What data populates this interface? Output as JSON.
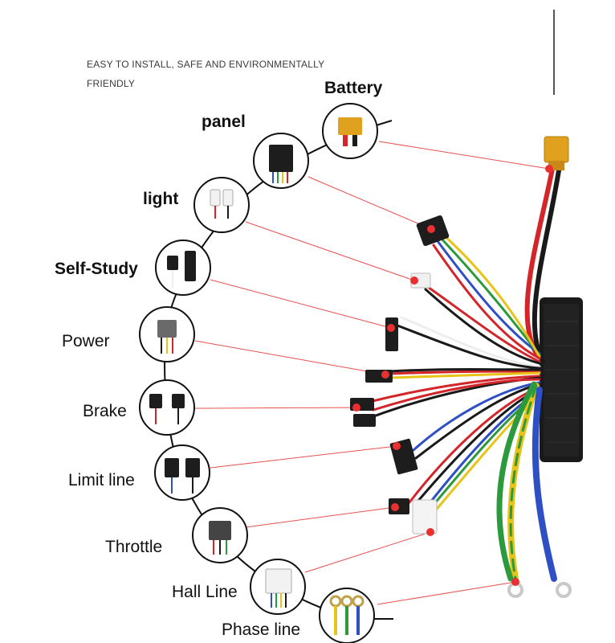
{
  "header": {
    "tagline_line1": "EASY TO INSTALL, SAFE AND ENVIRONMENTALLY",
    "tagline_line2": "FRIENDLY"
  },
  "connectors": [
    {
      "id": "battery",
      "label": "Battery",
      "icon": "xt60-connector-icon"
    },
    {
      "id": "panel",
      "label": "panel",
      "icon": "display-plug-icon"
    },
    {
      "id": "light",
      "label": "light",
      "icon": "light-plug-icon"
    },
    {
      "id": "self-study",
      "label": "Self-Study",
      "icon": "self-study-plug-icon"
    },
    {
      "id": "power",
      "label": "Power",
      "icon": "power-plug-icon"
    },
    {
      "id": "brake",
      "label": "Brake",
      "icon": "brake-plug-icon"
    },
    {
      "id": "limit-line",
      "label": "Limit line",
      "icon": "limit-plug-icon"
    },
    {
      "id": "throttle",
      "label": "Throttle",
      "icon": "throttle-plug-icon"
    },
    {
      "id": "hall-line",
      "label": "Hall Line",
      "icon": "hall-plug-icon"
    },
    {
      "id": "phase-line",
      "label": "Phase line",
      "icon": "ring-terminal-icon"
    }
  ],
  "colors": {
    "pointer": "#e85050",
    "wire_red": "#d3262b",
    "wire_black": "#1a1a1a",
    "wire_yellow": "#e8c419",
    "wire_green": "#2b9a3c",
    "wire_blue": "#2f4fc4",
    "wire_white": "#eeeeee",
    "controller": "#171717",
    "xt60": "#e0a21e"
  }
}
